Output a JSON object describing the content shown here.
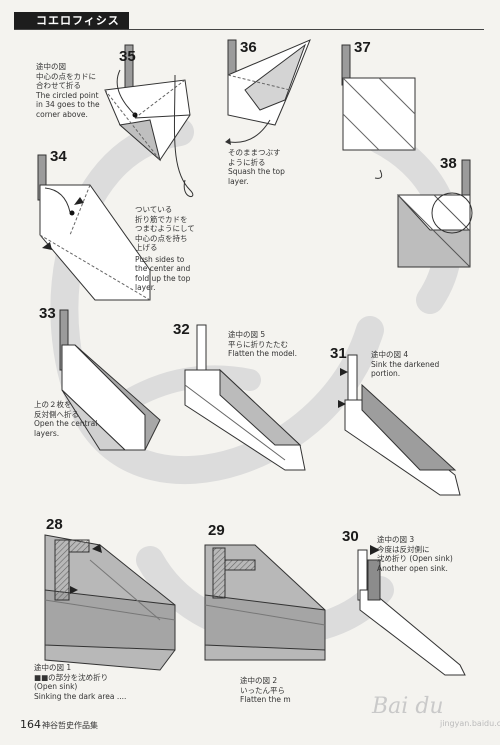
{
  "header": {
    "title": "コエロフィシス"
  },
  "steps": {
    "s28": "28",
    "s29": "29",
    "s30": "30",
    "s31": "31",
    "s32": "32",
    "s33": "33",
    "s34": "34",
    "s35": "35",
    "s36": "36",
    "s37": "37",
    "s38": "38"
  },
  "notes": {
    "n35": [
      "途中の図",
      "中心の点をカドに",
      "合わせて折る",
      "The circled point",
      "in 34 goes to the",
      "corner above."
    ],
    "n36": [
      "そのままつぶす",
      "ように折る",
      "Squash the top",
      "layer."
    ],
    "n34": [
      "ついている",
      "折り筋でカドを",
      "つまむようにして",
      "中心の点を持ち",
      "上げる",
      "Push sides to",
      "the center and",
      "fold up the top",
      "layer."
    ],
    "n33": [
      "上の２枚を",
      "反対側へ折る",
      "Open the central",
      "layers."
    ],
    "n32": [
      "途中の図 5",
      "平らに折りたたむ",
      "Flatten the model."
    ],
    "n31": [
      "途中の図 4",
      "Sink the darkened",
      "portion."
    ],
    "n30": [
      "途中の図 3",
      "今度は反対側に",
      "沈め折り (Open sink)",
      "Another open sink."
    ],
    "n28": [
      "途中の図 1",
      "■■の部分を沈め折り",
      "(Open sink)",
      "Sinking the dark area ...."
    ],
    "n29": [
      "途中の図 2",
      "いったん平ら",
      "Flatten the m"
    ]
  },
  "footer": {
    "page_number": "164",
    "credit": "神谷哲史作品集"
  },
  "watermark": {
    "text": "Bai du",
    "sub": "jingyan.baidu.com"
  }
}
